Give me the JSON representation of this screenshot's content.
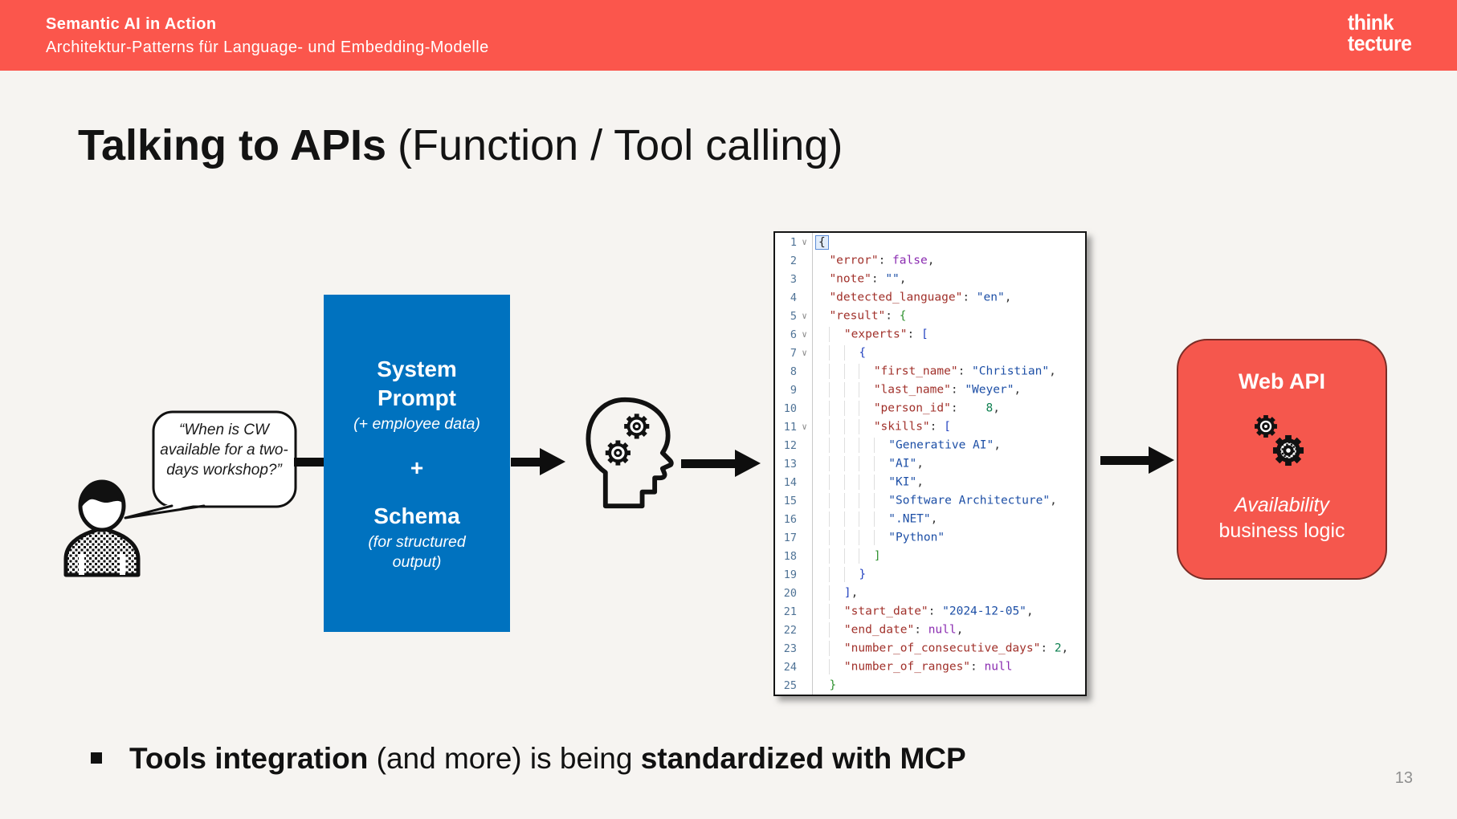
{
  "colors": {
    "header_bg": "#FB564C",
    "accent_blue": "#0072BF",
    "webapi_bg": "#F5574D",
    "page_bg": "#F6F4F1"
  },
  "header": {
    "title": "Semantic AI in Action",
    "subtitle": "Architektur-Patterns für Language- und Embedding-Modelle",
    "logo_line1": "think",
    "logo_line2": "tecture"
  },
  "slide": {
    "title_bold": "Talking to APIs",
    "title_light": "(Function / Tool calling)",
    "page_number": "13",
    "bullet": {
      "bold1": "Tools integration",
      "mid": " (and more) is being ",
      "bold2": "standardized with MCP"
    }
  },
  "diagram": {
    "speech_bubble": "“When is CW available for a two-days workshop?”",
    "prompt_box": {
      "line1": "System",
      "line2": "Prompt",
      "note1": "(+ employee data)",
      "plus": "+",
      "line3": "Schema",
      "note2": "(for structured output)"
    },
    "webapi_box": {
      "title": "Web API",
      "line1": "Availability",
      "line2": "business logic"
    },
    "icons": {
      "user": "user-icon",
      "brain": "head-gears-icon",
      "api_gears": "gears-icon",
      "fold": "chevron-down-icon"
    }
  },
  "code_panel": {
    "lines": [
      {
        "n": 1,
        "fold": true,
        "indent": 0,
        "tokens": [
          [
            "c1",
            "{"
          ]
        ]
      },
      {
        "n": 2,
        "indent": 1,
        "tokens": [
          [
            "k",
            "\"error\""
          ],
          [
            "p",
            ": "
          ],
          [
            "u",
            "false"
          ],
          [
            "p",
            ","
          ]
        ]
      },
      {
        "n": 3,
        "indent": 1,
        "tokens": [
          [
            "k",
            "\"note\""
          ],
          [
            "p",
            ": "
          ],
          [
            "s",
            "\"\""
          ],
          [
            "p",
            ","
          ]
        ]
      },
      {
        "n": 4,
        "indent": 1,
        "tokens": [
          [
            "k",
            "\"detected_language\""
          ],
          [
            "p",
            ": "
          ],
          [
            "s",
            "\"en\""
          ],
          [
            "p",
            ","
          ]
        ]
      },
      {
        "n": 5,
        "fold": true,
        "indent": 1,
        "tokens": [
          [
            "k",
            "\"result\""
          ],
          [
            "p",
            ": "
          ],
          [
            "g",
            "{"
          ]
        ]
      },
      {
        "n": 6,
        "fold": true,
        "indent": 2,
        "tokens": [
          [
            "k",
            "\"experts\""
          ],
          [
            "p",
            ": "
          ],
          [
            "b",
            "["
          ]
        ]
      },
      {
        "n": 7,
        "fold": true,
        "indent": 3,
        "tokens": [
          [
            "b",
            "{"
          ]
        ]
      },
      {
        "n": 8,
        "indent": 4,
        "tokens": [
          [
            "k",
            "\"first_name\""
          ],
          [
            "p",
            ": "
          ],
          [
            "s",
            "\"Christian\""
          ],
          [
            "p",
            ","
          ]
        ]
      },
      {
        "n": 9,
        "indent": 4,
        "tokens": [
          [
            "k",
            "\"last_name\""
          ],
          [
            "p",
            ": "
          ],
          [
            "s",
            "\"Weyer\""
          ],
          [
            "p",
            ","
          ]
        ]
      },
      {
        "n": 10,
        "indent": 4,
        "tokens": [
          [
            "k",
            "\"person_id\""
          ],
          [
            "p",
            ":    "
          ],
          [
            "n",
            "8"
          ],
          [
            "p",
            ","
          ]
        ]
      },
      {
        "n": 11,
        "fold": true,
        "indent": 4,
        "tokens": [
          [
            "k",
            "\"skills\""
          ],
          [
            "p",
            ": "
          ],
          [
            "b",
            "["
          ]
        ]
      },
      {
        "n": 12,
        "indent": 5,
        "tokens": [
          [
            "s",
            "\"Generative AI\""
          ],
          [
            "p",
            ","
          ]
        ]
      },
      {
        "n": 13,
        "indent": 5,
        "tokens": [
          [
            "s",
            "\"AI\""
          ],
          [
            "p",
            ","
          ]
        ]
      },
      {
        "n": 14,
        "indent": 5,
        "tokens": [
          [
            "s",
            "\"KI\""
          ],
          [
            "p",
            ","
          ]
        ]
      },
      {
        "n": 15,
        "indent": 5,
        "tokens": [
          [
            "s",
            "\"Software Architecture\""
          ],
          [
            "p",
            ","
          ]
        ]
      },
      {
        "n": 16,
        "indent": 5,
        "tokens": [
          [
            "s",
            "\".NET\""
          ],
          [
            "p",
            ","
          ]
        ]
      },
      {
        "n": 17,
        "indent": 5,
        "tokens": [
          [
            "s",
            "\"Python\""
          ]
        ]
      },
      {
        "n": 18,
        "indent": 4,
        "tokens": [
          [
            "g",
            "]"
          ]
        ]
      },
      {
        "n": 19,
        "indent": 3,
        "tokens": [
          [
            "b",
            "}"
          ]
        ]
      },
      {
        "n": 20,
        "indent": 2,
        "tokens": [
          [
            "b",
            "]"
          ],
          [
            "p",
            ","
          ]
        ]
      },
      {
        "n": 21,
        "indent": 2,
        "tokens": [
          [
            "k",
            "\"start_date\""
          ],
          [
            "p",
            ": "
          ],
          [
            "s",
            "\"2024-12-05\""
          ],
          [
            "p",
            ","
          ]
        ]
      },
      {
        "n": 22,
        "indent": 2,
        "tokens": [
          [
            "k",
            "\"end_date\""
          ],
          [
            "p",
            ": "
          ],
          [
            "u",
            "null"
          ],
          [
            "p",
            ","
          ]
        ]
      },
      {
        "n": 23,
        "indent": 2,
        "tokens": [
          [
            "k",
            "\"number_of_consecutive_days\""
          ],
          [
            "p",
            ": "
          ],
          [
            "n",
            "2"
          ],
          [
            "p",
            ","
          ]
        ]
      },
      {
        "n": 24,
        "indent": 2,
        "tokens": [
          [
            "k",
            "\"number_of_ranges\""
          ],
          [
            "p",
            ": "
          ],
          [
            "u",
            "null"
          ]
        ]
      },
      {
        "n": 25,
        "indent": 1,
        "tokens": [
          [
            "g",
            "}"
          ]
        ]
      }
    ]
  }
}
